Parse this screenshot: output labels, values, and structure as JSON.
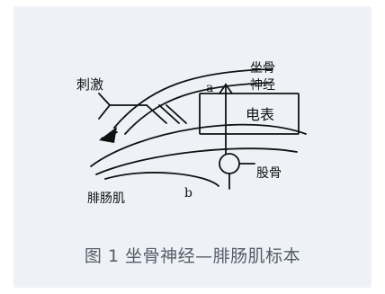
{
  "diagram": {
    "labels": {
      "stimulus": "刺激",
      "sciatic_line1": "坐骨",
      "sciatic_line2": "神经",
      "point_a": "a",
      "meter": "电表",
      "femur": "股骨",
      "gastrocnemius": "腓肠肌",
      "point_b": "b"
    }
  },
  "caption": "图 1 坐骨神经—腓肠肌标本"
}
